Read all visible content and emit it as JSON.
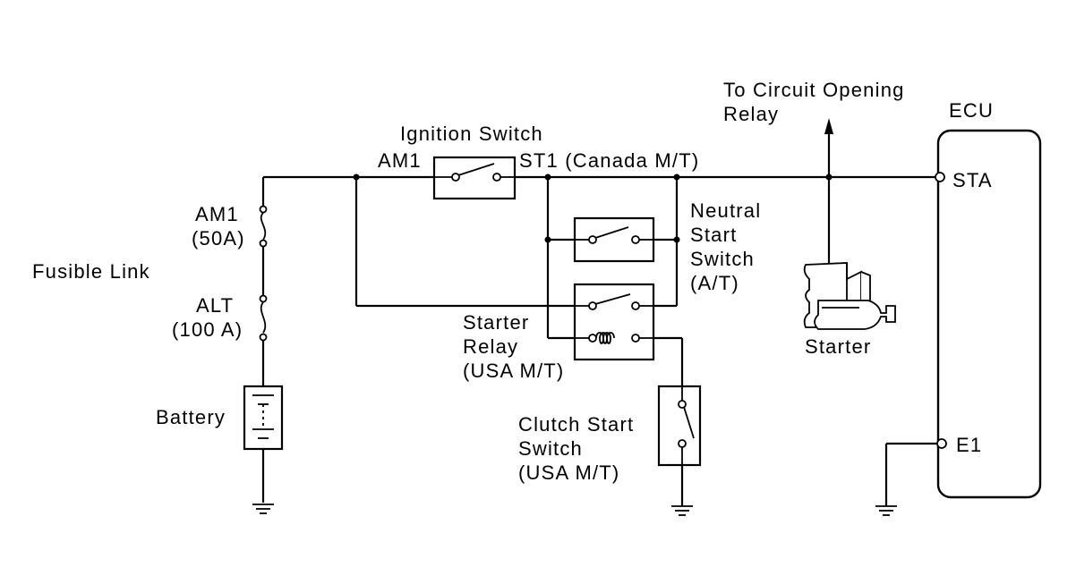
{
  "labels": {
    "fusible_link": "Fusible Link",
    "am1_fuse": "AM1",
    "am1_rating": "(50A)",
    "alt_fuse": "ALT",
    "alt_rating": "(100 A)",
    "battery": "Battery",
    "ignition_switch": "Ignition Switch",
    "am1_terminal": "AM1",
    "st1_terminal": "ST1 (Canada M/T)",
    "neutral_start_line1": "Neutral",
    "neutral_start_line2": "Start",
    "neutral_start_line3": "Switch",
    "neutral_start_line4": "(A/T)",
    "starter_relay_line1": "Starter",
    "starter_relay_line2": "Relay",
    "starter_relay_line3": "(USA M/T)",
    "clutch_start_line1": "Clutch Start",
    "clutch_start_line2": "Switch",
    "clutch_start_line3": "(USA M/T)",
    "to_circuit_line1": "To Circuit Opening",
    "to_circuit_line2": "Relay",
    "starter": "Starter",
    "ecu": "ECU",
    "sta_terminal": "STA",
    "e1_terminal": "E1"
  }
}
